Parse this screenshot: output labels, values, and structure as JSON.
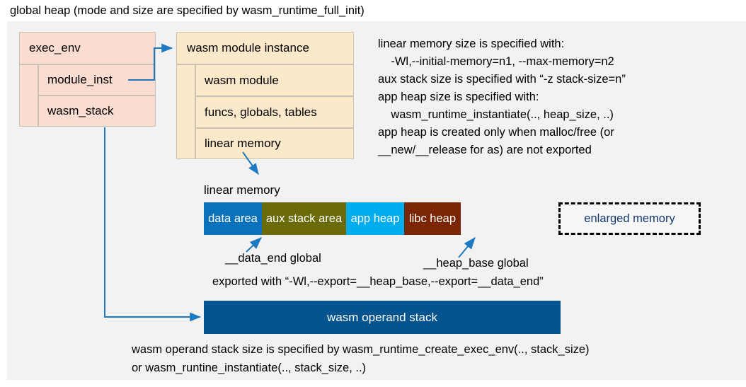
{
  "title": "global heap (mode and size are specified by wasm_runtime_full_init)",
  "colors": {
    "panel_bg": "#f2f2f2",
    "exec_env_fill": "#fadcd0",
    "module_fill": "#fce9c9",
    "box_stroke": "#c9c2b4",
    "arrow": "#1f79c0",
    "data_area": "#0a72bd",
    "aux_stack_area": "#6b6b09",
    "app_heap": "#00adef",
    "libc_heap": "#7b2503",
    "enlarged_memory_text": "#13366e",
    "operand_stack": "#04548f"
  },
  "exec_env": {
    "header": "exec_env",
    "rows": [
      {
        "label": "module_inst"
      },
      {
        "label": "wasm_stack"
      }
    ]
  },
  "module_instance": {
    "header": "wasm module instance",
    "rows": [
      {
        "label": "wasm module"
      },
      {
        "label": "funcs, globals, tables"
      },
      {
        "label": "linear memory"
      }
    ]
  },
  "notes": {
    "memory_spec": "linear memory size is specified with:\n    -Wl,--initial-memory=n1, --max-memory=n2\naux stack size is specified with “-z stack-size=n”\napp heap size is specified with:\n    wasm_runtime_instantiate(.., heap_size, ..)\napp heap is created only when malloc/free (or\n__new/__release for as) are not exported"
  },
  "linear_memory": {
    "label": "linear memory",
    "segments": [
      {
        "name": "data area",
        "label": "data area",
        "color": "#0a72bd",
        "dashed": false
      },
      {
        "name": "aux stack area",
        "label": "aux stack area",
        "color": "#6b6b09",
        "dashed": false
      },
      {
        "name": "app heap",
        "label": "app heap",
        "color": "#00adef",
        "dashed": false
      },
      {
        "name": "libc heap",
        "label": "libc heap",
        "color": "#7b2503",
        "dashed": false
      },
      {
        "name": "enlarged memory",
        "label": "enlarged memory",
        "color": "#f7f7f7",
        "dashed": true
      }
    ],
    "annotations": {
      "data_end": "__data_end global",
      "heap_base": "__heap_base global",
      "exported_with": "exported with “-Wl,--export=__heap_base,--export=__data_end”"
    }
  },
  "operand_stack": {
    "label": "wasm operand stack",
    "caption": "wasm operand stack size is specified by wasm_runtime_create_exec_env(.., stack_size)\nor wasm_runtine_instantiate(.., stack_size, ..)"
  },
  "icons": {
    "arrow_head": "arrow-head-icon"
  }
}
